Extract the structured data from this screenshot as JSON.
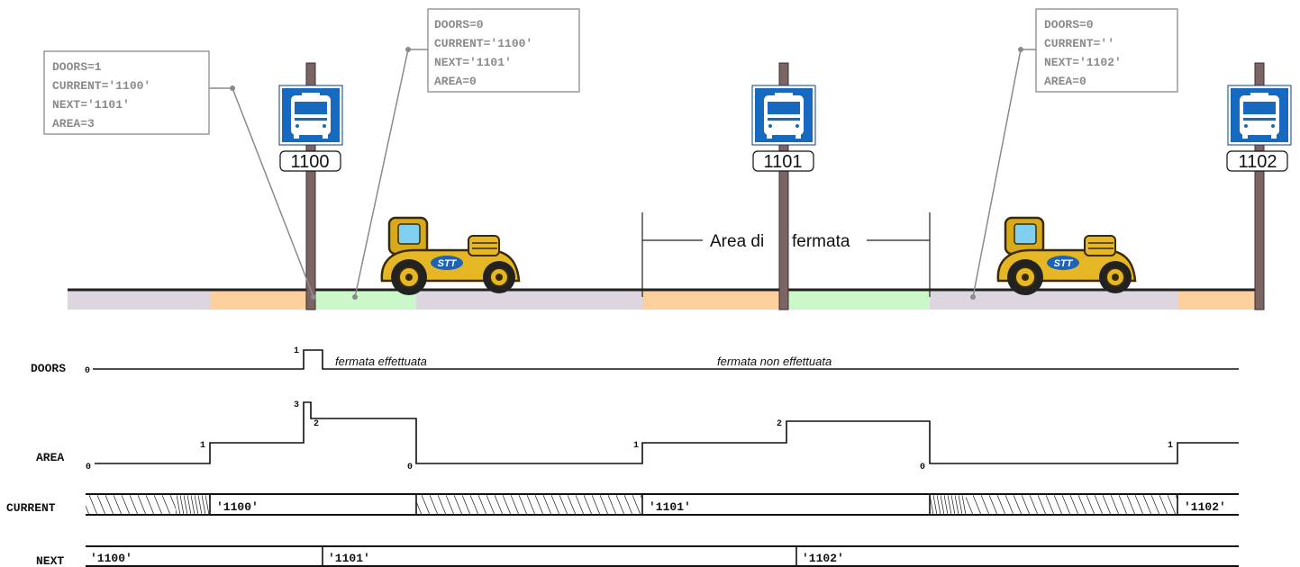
{
  "stops": [
    {
      "number": "1100"
    },
    {
      "number": "1101"
    },
    {
      "number": "1102"
    }
  ],
  "callouts": [
    {
      "lines": [
        "DOORS=1",
        "CURRENT='1100'",
        "NEXT='1101'",
        "AREA=3"
      ]
    },
    {
      "lines": [
        "DOORS=0",
        "CURRENT='1100'",
        "NEXT='1101'",
        "AREA=0"
      ]
    },
    {
      "lines": [
        "DOORS=0",
        "CURRENT=''",
        "NEXT='1102'",
        "AREA=0"
      ]
    }
  ],
  "area_label": {
    "left": "Area di",
    "right": "fermata"
  },
  "bus_logo": "STT",
  "signals": {
    "doors": {
      "name": "DOORS",
      "levels": [
        "0",
        "1"
      ]
    },
    "area": {
      "name": "AREA",
      "levels": [
        "0",
        "1",
        "3",
        "2",
        "0",
        "1",
        "2",
        "0",
        "1"
      ]
    },
    "current": {
      "name": "CURRENT",
      "values": [
        "'1100'",
        "'1101'",
        "'1102'"
      ]
    },
    "next": {
      "name": "NEXT",
      "values": [
        "'1100'",
        "'1101'",
        "'1102'"
      ]
    }
  },
  "notes": {
    "stop_done": "fermata effettuata",
    "stop_not_done": "fermata non effettuata"
  },
  "colors": {
    "road_grey": "#ddd5e0",
    "road_orange": "#fccf9c",
    "road_green": "#cbf8c8",
    "sign_blue": "#1768bf",
    "pole": "#7a6464",
    "car_body": "#e5b724"
  }
}
